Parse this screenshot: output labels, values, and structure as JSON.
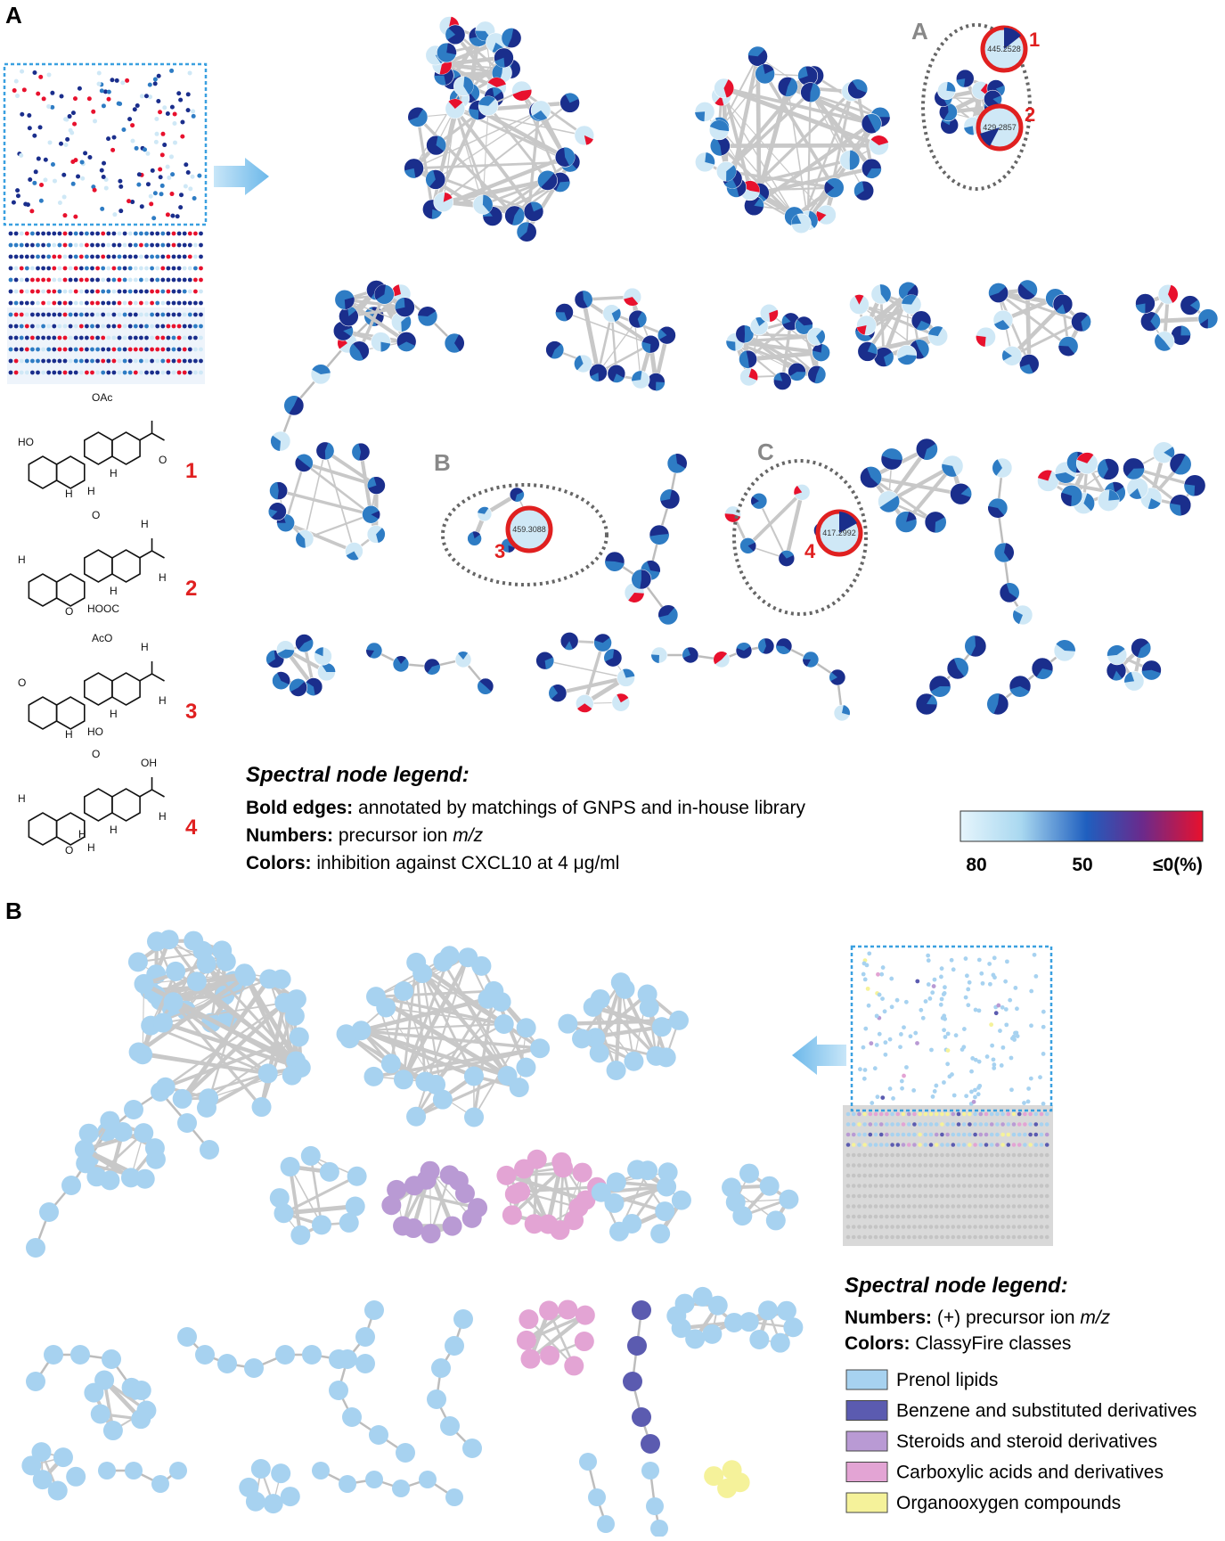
{
  "panel_a": {
    "letter": "A",
    "cluster_labels": [
      {
        "letter": "A",
        "members": [
          "1",
          "2"
        ]
      },
      {
        "letter": "B",
        "members": [
          "3"
        ]
      },
      {
        "letter": "C",
        "members": [
          "4"
        ]
      }
    ],
    "highlighted_nodes": [
      {
        "number": "1",
        "mz": "445.2528"
      },
      {
        "number": "2",
        "mz": "429.2857"
      },
      {
        "number": "3",
        "mz": "459.3088"
      },
      {
        "number": "4",
        "mz": "417.2992"
      }
    ],
    "compounds": [
      {
        "number": "1",
        "labels": [
          "OAc",
          "HO",
          "H",
          "H",
          "H",
          "O"
        ]
      },
      {
        "number": "2",
        "labels": [
          "O",
          "H",
          "O",
          "HOOC",
          "H",
          "H",
          "H"
        ]
      },
      {
        "number": "3",
        "labels": [
          "AcO",
          "O",
          "H",
          "HO",
          "H",
          "H",
          "H"
        ]
      },
      {
        "number": "4",
        "labels": [
          "O",
          "H",
          "O",
          "H",
          "H",
          "H",
          "OH",
          "H"
        ]
      }
    ],
    "legend": {
      "title": "Spectral node legend:",
      "lines": [
        {
          "key": "Bold edges:",
          "text": " annotated by matchings of GNPS and in-house library"
        },
        {
          "key": "Numbers:",
          "text": " precursor ion ",
          "italic": "m/z"
        },
        {
          "key": "Colors:",
          "text": " inhibition against CXCL10 at 4 μg/ml"
        }
      ]
    },
    "colorbar": {
      "ticks": [
        "80",
        "50",
        "≤0(%)"
      ],
      "colors": [
        "#e6f5fc",
        "#1f5fbf",
        "#6a2a8c",
        "#e8112d"
      ]
    },
    "colors": {
      "light": "#cfe8f6",
      "mid": "#2e7cc4",
      "dark": "#1a2e8c",
      "red": "#e8112d",
      "accent_red": "#e02020",
      "label_red": "#e02020",
      "dotted": "#666666",
      "box": "#3aa0e0"
    }
  },
  "panel_b": {
    "letter": "B",
    "legend": {
      "title": "Spectral node legend:",
      "lines": [
        {
          "key": "Numbers:",
          "text": " (+) precursor ion ",
          "italic": "m/z"
        },
        {
          "key": "Colors:",
          "text": " ClassyFire classes"
        }
      ],
      "classes": [
        {
          "name": "Prenol lipids",
          "color": "#a7d2f0"
        },
        {
          "name": "Benzene and substituted derivatives",
          "color": "#5b5bb0"
        },
        {
          "name": "Steroids and steroid derivatives",
          "color": "#b99ad4"
        },
        {
          "name": "Carboxylic acids and derivatives",
          "color": "#e3a4d4"
        },
        {
          "name": "Organooxygen compounds",
          "color": "#f5f29a"
        }
      ]
    }
  }
}
